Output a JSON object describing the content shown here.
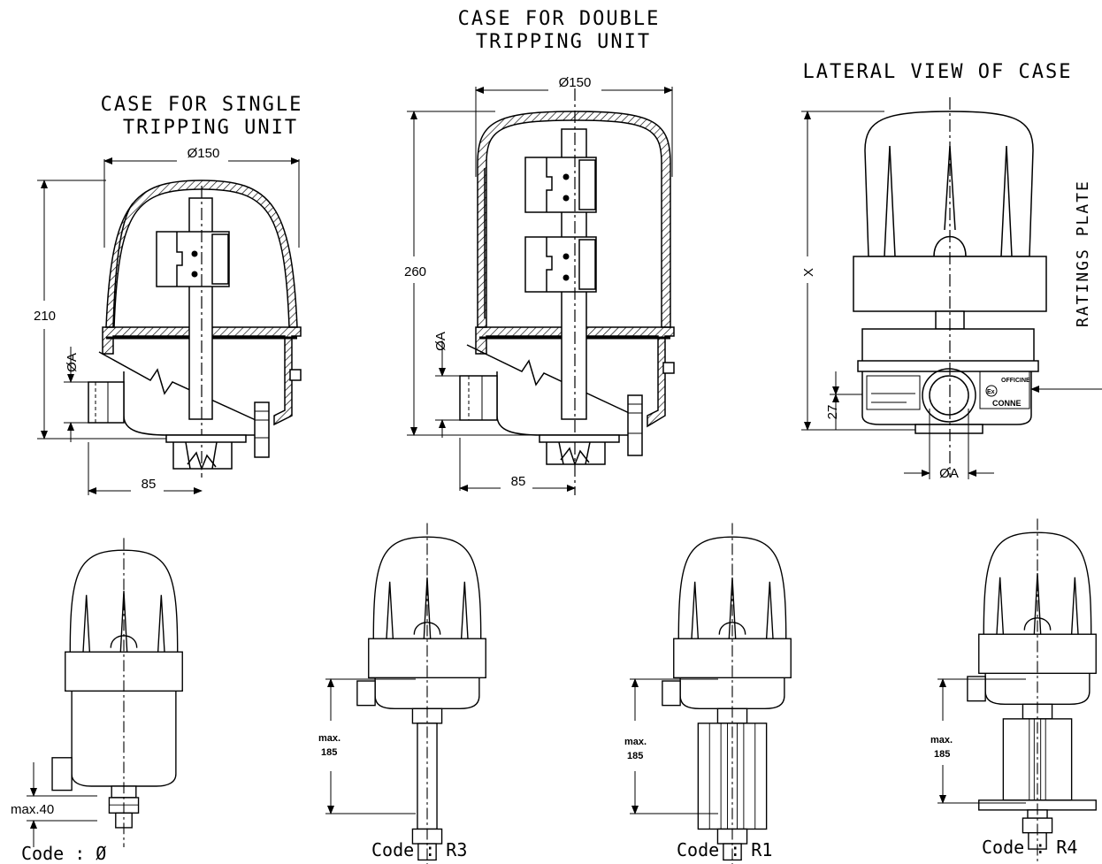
{
  "titles": {
    "single_line1": "CASE FOR SINGLE",
    "single_line2": "TRIPPING UNIT",
    "double_line1": "CASE FOR DOUBLE",
    "double_line2": "TRIPPING UNIT",
    "lateral": "LATERAL VIEW OF CASE"
  },
  "single_case": {
    "diameter": "Ø150",
    "height": "210",
    "dia_a": "ØA",
    "offset": "85"
  },
  "double_case": {
    "diameter": "Ø150",
    "height": "260",
    "dia_a": "ØA",
    "offset": "85"
  },
  "lateral_view": {
    "height": "X",
    "base": "27",
    "dia_a": "ØA",
    "ratings_plate": "RATINGS PLATE",
    "plate_text1": "OFFICINE",
    "plate_text2": "Ex",
    "plate_text3": "CONNE"
  },
  "variants": [
    {
      "code": "Code : Ø",
      "dim": "max.40"
    },
    {
      "code": "Code : R3",
      "dim1": "max.",
      "dim2": "185"
    },
    {
      "code": "Code : R1",
      "dim1": "max.",
      "dim2": "185"
    },
    {
      "code": "Code : R4",
      "dim1": "max.",
      "dim2": "185"
    }
  ]
}
